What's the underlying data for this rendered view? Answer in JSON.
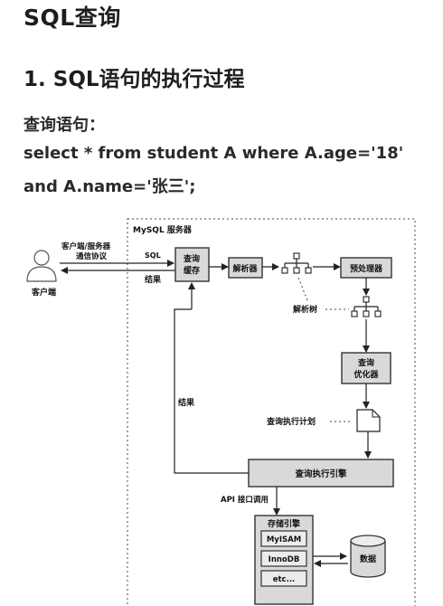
{
  "doc": {
    "title": "SQL查询",
    "section_heading": "1. SQL语句的执行过程",
    "query_label": "查询语句：",
    "query_line1": "select * from student A where A.age='18'",
    "query_line2": "and A.name='张三';"
  },
  "diagram": {
    "server_title": "MySQL 服务器",
    "client_label": "客户端",
    "protocol_line1": "客户端/服务器",
    "protocol_line2": "通信协议",
    "sql_label": "SQL",
    "result_label_top": "结果",
    "query_cache_line1": "查询",
    "query_cache_line2": "缓存",
    "parser": "解析器",
    "preprocessor": "预处理器",
    "parse_tree": "解析树",
    "optimizer_line1": "查询",
    "optimizer_line2": "优化器",
    "result_label_left": "结果",
    "execution_plan": "查询执行计划",
    "execution_engine": "查询执行引擎",
    "api_label": "API 接口调用",
    "storage_engine": "存储引擎",
    "engines": [
      "MyISAM",
      "InnoDB",
      "etc..."
    ],
    "data_label": "数据"
  }
}
